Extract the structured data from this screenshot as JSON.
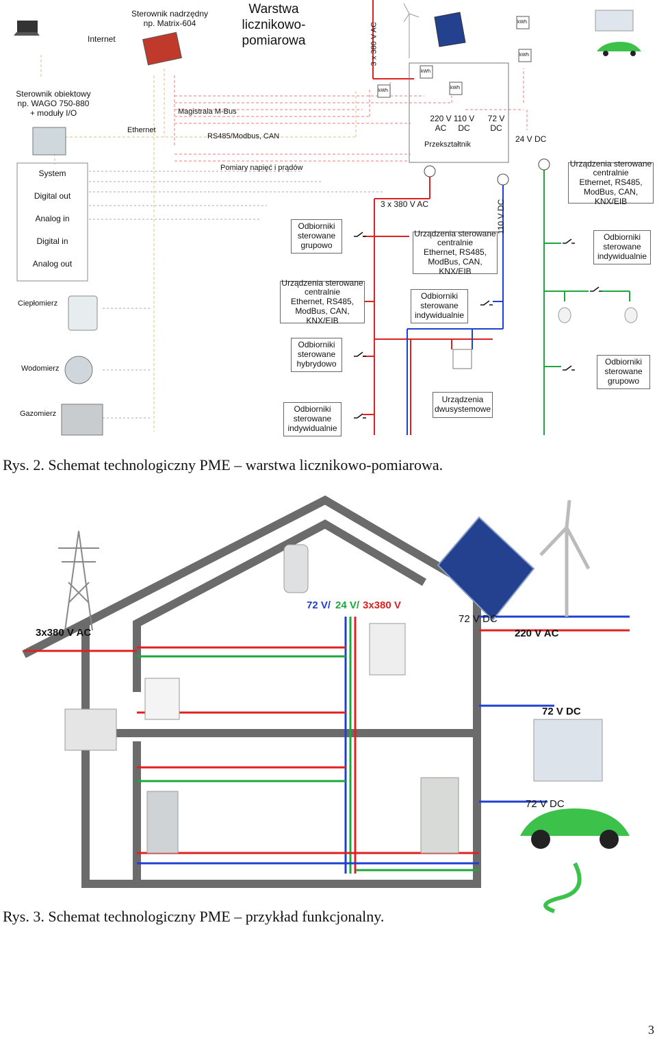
{
  "fig2": {
    "top_labels": {
      "internet": "Internet",
      "master_controller": "Sterownik nadrzędny\nnp. Matrix-604",
      "layer_title": "Warstwa\nlicznikowo-\npomiarowa",
      "three_phase_vertical": "3 x 380 V AC",
      "object_controller": "Sterownik obiektowy\nnp. WAGO 750-880\n+ moduły I/O",
      "ethernet": "Ethernet",
      "mbus": "Magistrala M-Bus",
      "rs485": "RS485/Modbus, CAN",
      "measurements": "Pomiary napięć i prądów",
      "converter": "Przekształtnik",
      "v220": "220 V\nAC",
      "v110": "110 V\nDC",
      "v72": "72 V\nDC",
      "v24": "24 V DC",
      "v110_vertical": "110 V DC",
      "three_phase_mid": "3 x 380 V AC",
      "kwh": "kWh"
    },
    "io_module": [
      "System",
      "Digital out",
      "Analog in",
      "Digital in",
      "Analog out"
    ],
    "meters": [
      "Ciepłomierz",
      "Wodomierz",
      "Gazomierz"
    ],
    "boxes": {
      "central_right_top": "Urządzenia sterowane\ncentralnie\nEthernet, RS485,\nModBus, CAN, KNX/EIB",
      "group_1": "Odbiorniki\nsterowane\ngrupowo",
      "central_mid": "Urządzenia sterowane\ncentralnie\nEthernet, RS485,\nModBus, CAN, KNX/EIB",
      "individual_right": "Odbiorniki\nsterowane\nindywidualnie",
      "central_left": "Urządzenia sterowane\ncentralnie\nEthernet, RS485,\nModBus, CAN, KNX/EIB",
      "individual_mid": "Odbiorniki\nsterowane\nindywidualnie",
      "hybrid": "Odbiorniki\nsterowane\nhybrydowo",
      "group_2": "Odbiorniki\nsterowane\ngrupowo",
      "individual_left": "Odbiorniki\nsterowane\nindywidualnie",
      "dual_system": "Urządzenia\ndwusystemowe"
    },
    "caption": "Rys. 2. Schemat technologiczny PME – warstwa licznikowo-pomiarowa."
  },
  "fig3": {
    "labels": {
      "grid": "3x380 V AC",
      "bus_72": "72 V/",
      "bus_24": "24 V/",
      "bus_380": "3x380 V",
      "solar": "72 V DC",
      "wind": "220 V AC",
      "battery": "72 V DC",
      "car": "72 V DC"
    },
    "caption": "Rys. 3. Schemat technologiczny PME – przykład funkcjonalny."
  },
  "page_number": "3",
  "colors": {
    "red": "#e0201f",
    "blue": "#1f3fd0",
    "green": "#1aa83a",
    "pink": "#f2a5a5",
    "beige": "#e8d6a8",
    "gray_line": "#999999",
    "wall": "#6b6b6b",
    "bus_72_color": "#1f3fd0",
    "bus_24_color": "#1aa83a",
    "bus_380_color": "#e0201f"
  }
}
